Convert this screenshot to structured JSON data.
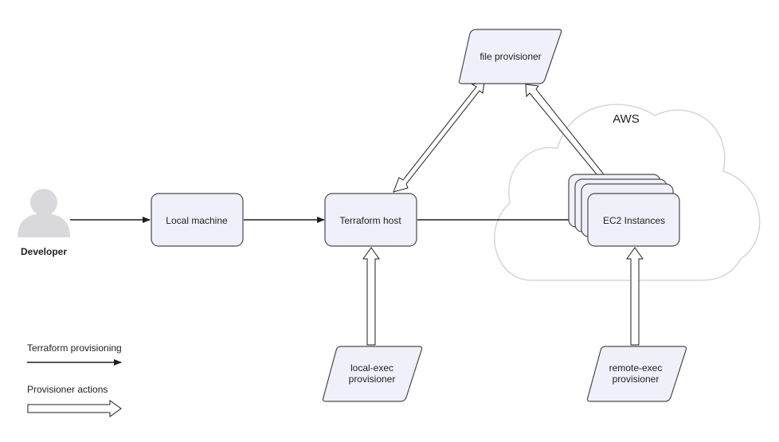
{
  "actors": {
    "developer": "Developer"
  },
  "nodes": {
    "local_machine": "Local machine",
    "terraform_host": "Terraform host",
    "ec2_instances": "EC2 Instances"
  },
  "provisioners": {
    "file": "file provisioner",
    "local_exec": [
      "local-exec",
      "provisioner"
    ],
    "remote_exec": [
      "remote-exec",
      "provisioner"
    ]
  },
  "cloud": {
    "label": "AWS"
  },
  "legend": {
    "terraform_provisioning": "Terraform provisioning",
    "provisioner_actions": "Provisioner actions"
  },
  "colors": {
    "node_fill": "#f0f0fb",
    "node_stroke": "#4a4a4a",
    "line": "#1f1f1f",
    "cloud_stroke": "#d6d6d6",
    "person": "#d9d9dc"
  }
}
